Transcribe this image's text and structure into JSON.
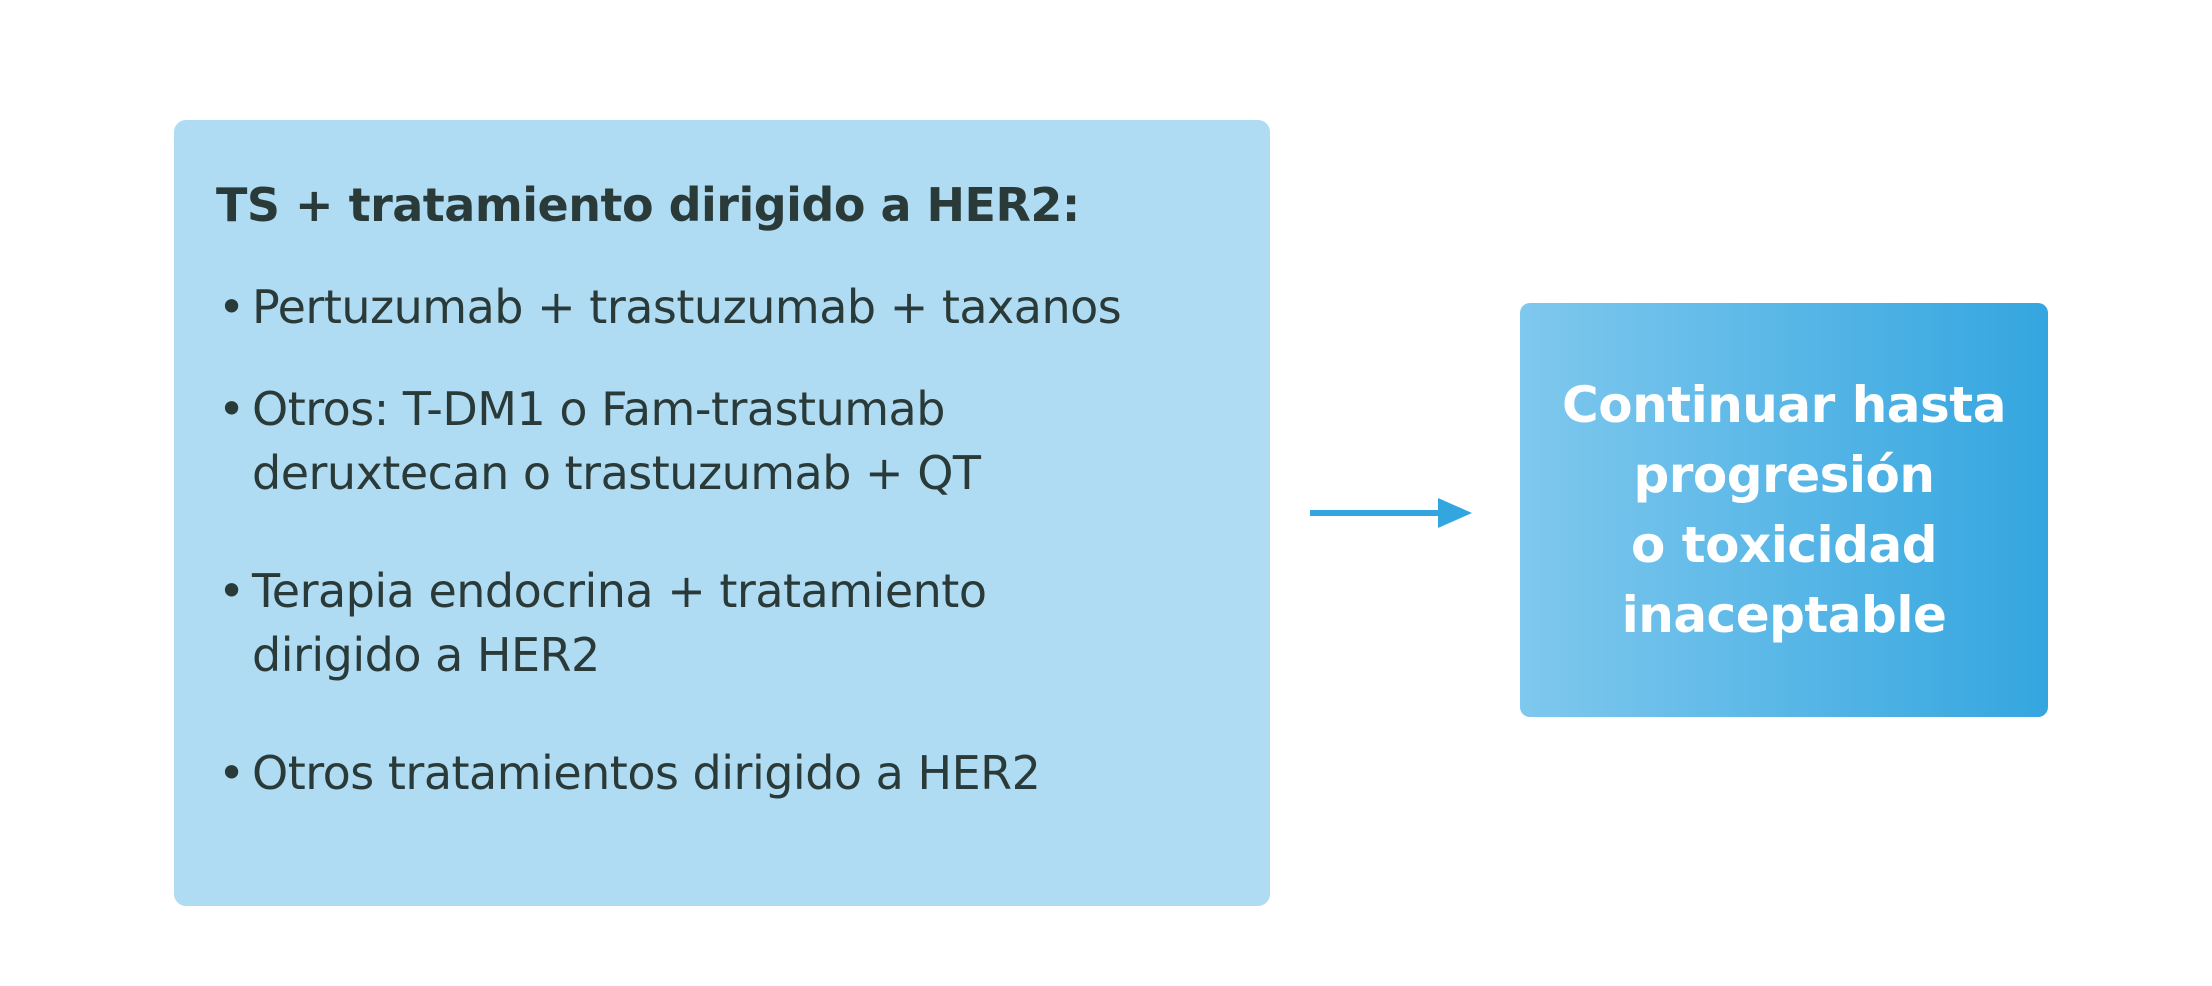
{
  "left_panel": {
    "title": "TS + tratamiento dirigido a HER2:",
    "bullet_symbol": "•",
    "items": [
      "Pertuzumab + trastuzumab + taxanos",
      "Otros: T-DM1 o Fam-trastumab\nderuxtecan o trastuzumab + QT",
      "Terapia endocrina + tratamiento\ndirigido a HER2",
      "Otros tratamientos dirigido a HER2"
    ],
    "background_color": "#b0dcf3",
    "text_color": "#2a3a38"
  },
  "connector": {
    "arrow_color": "#34a6df"
  },
  "right_panel": {
    "text": "Continuar hasta\nprogresión\no toxicidad\ninaceptable",
    "gradient_start": "#7fc8ee",
    "gradient_end": "#34a6df",
    "text_color": "#ffffff"
  }
}
